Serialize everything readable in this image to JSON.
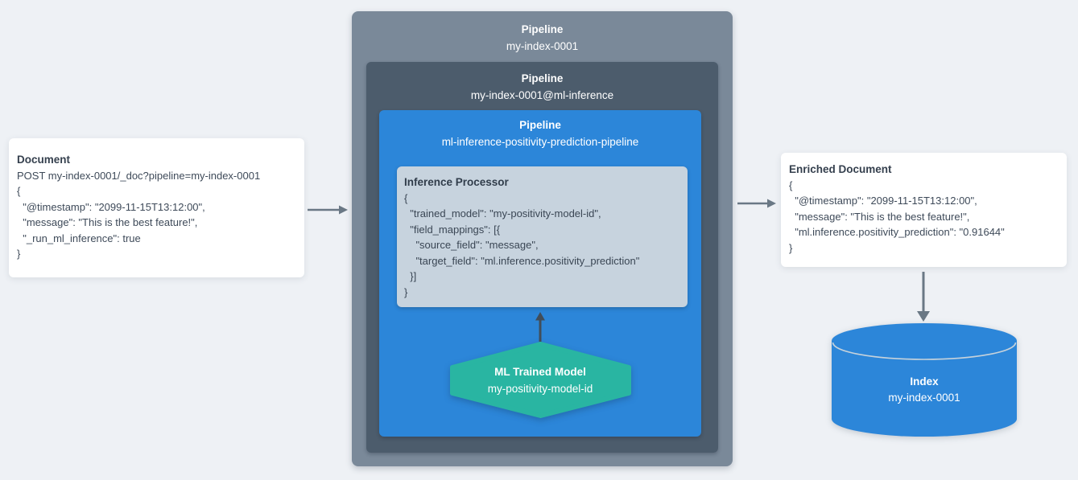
{
  "colors": {
    "canvas_bg": "#EEF1F5",
    "pipeline_outer_bg": "#7A8999",
    "pipeline_mid_bg": "#4C5C6C",
    "pipeline_inner_bg": "#2C86D9",
    "processor_bg": "#C7D3DE",
    "model_bg": "#29B5A2",
    "index_bg": "#2C86D9",
    "card_bg": "#FFFFFF",
    "text_dark": "#3E4A59",
    "text_light": "#FFFFFF",
    "arrow": "#6A7885",
    "arrow_dark": "#414D59"
  },
  "flow": {
    "document_card": {
      "title": "Document",
      "code": "POST my-index-0001/_doc?pipeline=my-index-0001\n{\n  \"@timestamp\": \"2099-11-15T13:12:00\",\n  \"message\": \"This is the best feature!\",\n  \"_run_ml_inference\": true\n}"
    },
    "ingest_pipeline": {
      "label": "Pipeline",
      "name": "my-index-0001"
    },
    "ml_inference_pipeline": {
      "label": "Pipeline",
      "name": "my-index-0001@ml-inference"
    },
    "prediction_pipeline": {
      "label": "Pipeline",
      "name": "ml-inference-positivity-prediction-pipeline"
    },
    "inference_processor": {
      "title": "Inference Processor",
      "code": "{\n  \"trained_model\": \"my-positivity-model-id\",\n  \"field_mappings\": [{\n    \"source_field\": \"message\",\n    \"target_field\": \"ml.inference.positivity_prediction\"\n  }]\n}"
    },
    "trained_model": {
      "title": "ML Trained Model",
      "name": "my-positivity-model-id"
    },
    "enriched_card": {
      "title": "Enriched Document",
      "code": "{\n  \"@timestamp\": \"2099-11-15T13:12:00\",\n  \"message\": \"This is the best feature!\",\n  \"ml.inference.positivity_prediction\": \"0.91644\"\n}"
    },
    "index": {
      "title": "Index",
      "name": "my-index-0001"
    }
  }
}
